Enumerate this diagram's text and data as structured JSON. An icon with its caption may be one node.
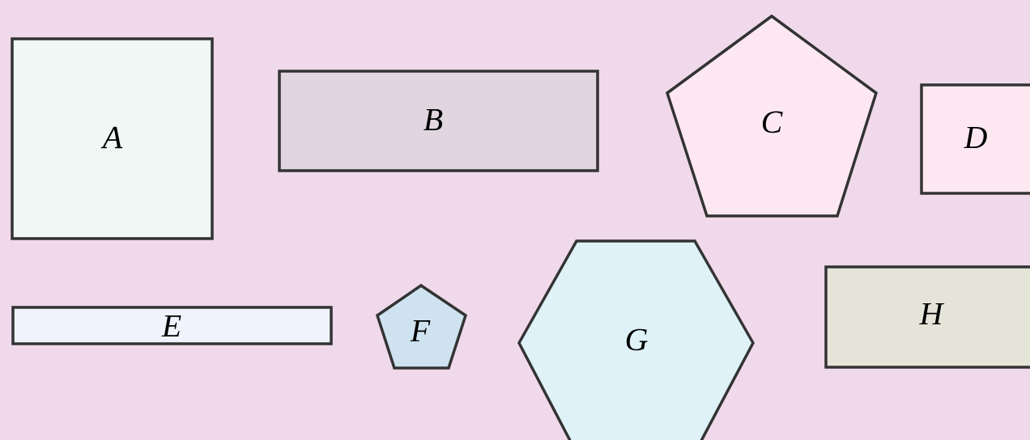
{
  "diagram": {
    "nodes": [
      {
        "text": [
          "A"
        ]
      },
      {
        "text": [
          "B"
        ]
      },
      {
        "text": [
          "C"
        ]
      },
      {
        "text": [
          "D"
        ]
      },
      {
        "text": [
          "E"
        ]
      },
      {
        "text": [
          "F"
        ]
      },
      {
        "text": [
          "G"
        ]
      },
      {
        "text": [
          "H"
        ]
      }
    ]
  }
}
